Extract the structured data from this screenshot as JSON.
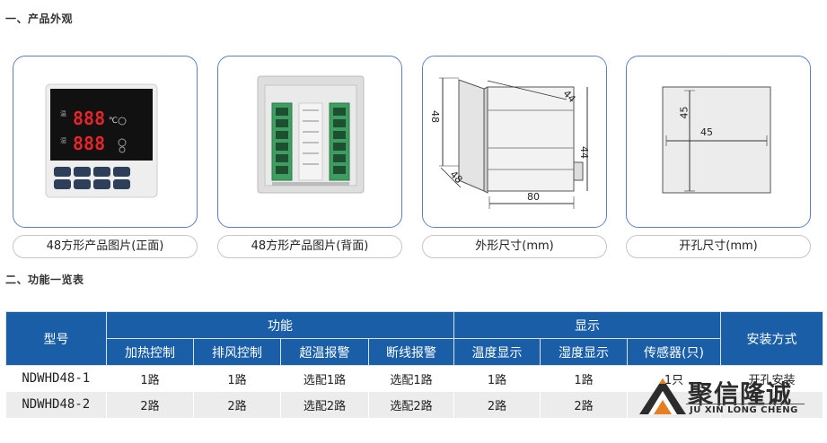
{
  "sections": {
    "appearance_title": "一、产品外观",
    "function_title": "二、功能一览表"
  },
  "products": [
    {
      "caption": "48方形产品图片(正面)"
    },
    {
      "caption": "48方形产品图片(背面)"
    },
    {
      "caption": "外形尺寸(mm)",
      "dims": {
        "front_h": "48",
        "front_w": "48",
        "top_d": "44",
        "side_h": "44",
        "bottom_w": "80"
      }
    },
    {
      "caption": "开孔尺寸(mm)",
      "dims": {
        "h": "45",
        "w": "45"
      }
    }
  ],
  "table": {
    "headers": {
      "model": "型号",
      "function": "功能",
      "display": "显示",
      "install": "安装方式",
      "sub": [
        "加热控制",
        "排风控制",
        "超温报警",
        "断线报警",
        "温度显示",
        "湿度显示",
        "传感器(只)"
      ]
    },
    "rows": [
      {
        "model": "NDWHD48-1",
        "cells": [
          "1路",
          "1路",
          "选配1路",
          "选配1路",
          "1路",
          "1路",
          "1只"
        ],
        "install": "开孔安装"
      },
      {
        "model": "NDWHD48-2",
        "cells": [
          "2路",
          "2路",
          "选配2路",
          "选配2路",
          "2路",
          "2路",
          "",
          ""
        ]
      }
    ]
  },
  "logo": {
    "cn": "聚信隆诚",
    "en": "JU XIN LONG CHENG"
  },
  "colors": {
    "header_bg": "#1a5ea8",
    "card_border": "#5a7fc7",
    "display_red": "#e8242a"
  }
}
